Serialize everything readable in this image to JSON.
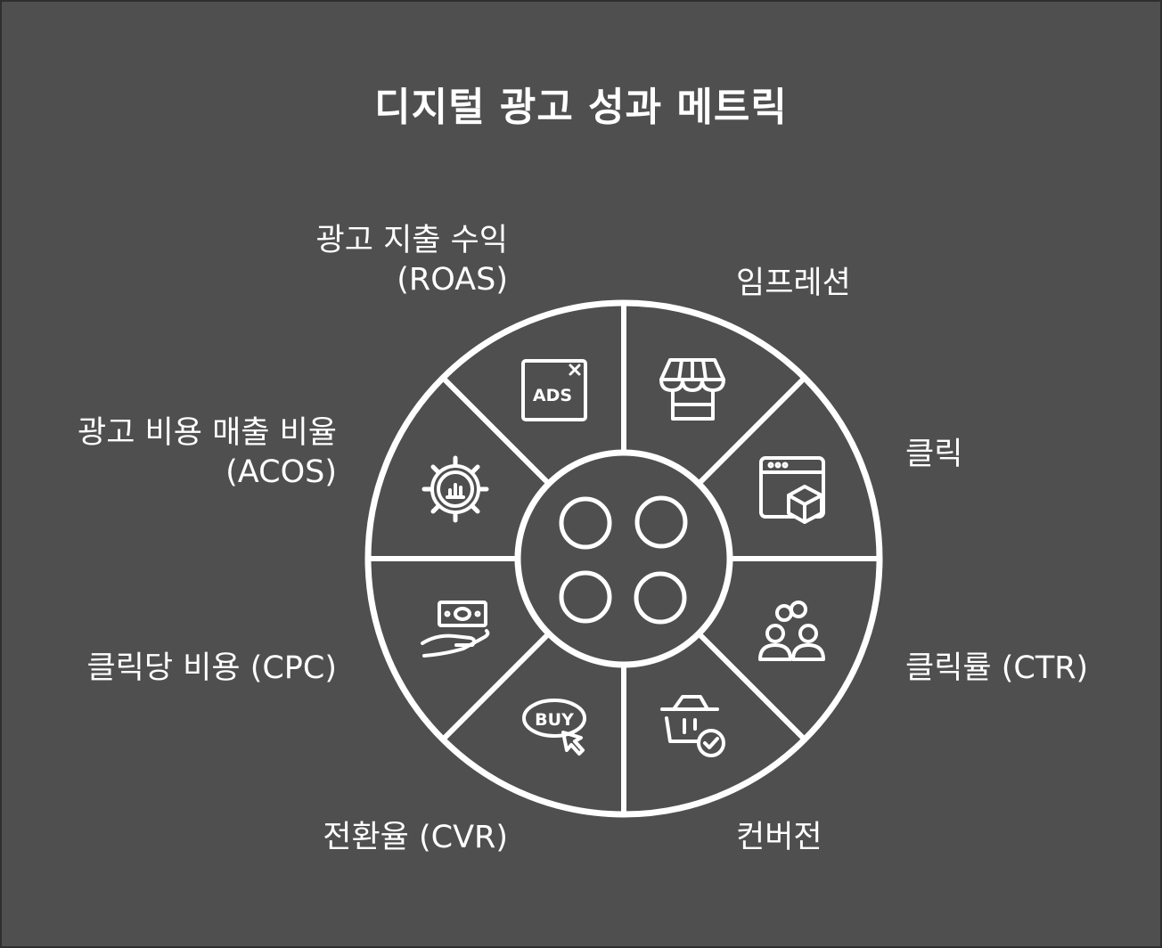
{
  "title": "디지털 광고 성과 메트릭",
  "segments": [
    {
      "key": "impression",
      "label_lines": [
        "임프레션"
      ],
      "icon": "storefront-awning-icon"
    },
    {
      "key": "click",
      "label_lines": [
        "클릭"
      ],
      "icon": "browser-window-box-icon"
    },
    {
      "key": "ctr",
      "label_lines": [
        "클릭률 (CTR)"
      ],
      "icon": "people-link-icon"
    },
    {
      "key": "conversion",
      "label_lines": [
        "컨버전"
      ],
      "icon": "shopping-basket-check-icon"
    },
    {
      "key": "cvr",
      "label_lines": [
        "전환율 (CVR)"
      ],
      "icon": "buy-cursor-icon"
    },
    {
      "key": "cpc",
      "label_lines": [
        "클릭당 비용 (CPC)"
      ],
      "icon": "hand-money-icon"
    },
    {
      "key": "acos",
      "label_lines": [
        "광고 비용 매출 비율",
        "(ACOS)"
      ],
      "icon": "gear-chart-icon"
    },
    {
      "key": "roas",
      "label_lines": [
        "광고 지출 수익",
        "(ROAS)"
      ],
      "icon": "ads-window-icon"
    }
  ],
  "center_icon": "four-circles-icon",
  "colors": {
    "background": "#4f4f4f",
    "stroke": "#ffffff",
    "text": "#ffffff"
  }
}
